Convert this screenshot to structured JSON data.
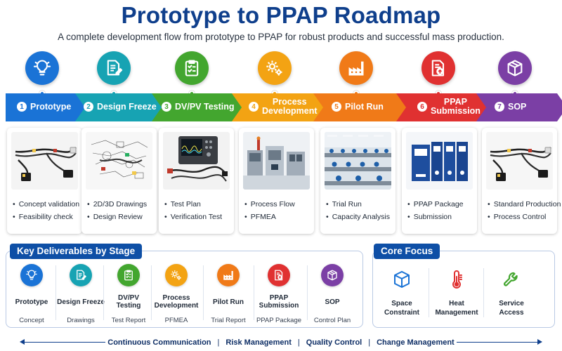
{
  "header": {
    "title": "Prototype to PPAP Roadmap",
    "subtitle": "A complete development flow from prototype to PPAP for robust products and successful mass production."
  },
  "stages": [
    {
      "num": "1",
      "name": "Prototype",
      "color": "#1a73d6",
      "icon": "lightbulb-icon",
      "image": "wiring-harness-photo",
      "bullets": [
        "Concept validation",
        "Feasibility check"
      ]
    },
    {
      "num": "2",
      "name": "Design Freeze",
      "color": "#17a3b3",
      "icon": "document-edit-icon",
      "image": "cad-drawing-photo",
      "bullets": [
        "2D/3D Drawings",
        "Design Review"
      ]
    },
    {
      "num": "3",
      "name": "DV/PV Testing",
      "color": "#43a62f",
      "icon": "checklist-icon",
      "image": "oscilloscope-test-photo",
      "bullets": [
        "Test Plan",
        "Verification Test"
      ]
    },
    {
      "num": "4",
      "name": "Process\nDevelopment",
      "color": "#f3a313",
      "icon": "gears-icon",
      "image": "production-line-photo",
      "bullets": [
        "Process Flow",
        "PFMEA"
      ]
    },
    {
      "num": "5",
      "name": "Pilot Run",
      "color": "#f07a18",
      "icon": "factory-icon",
      "image": "assembly-floor-photo",
      "bullets": [
        "Trial Run",
        "Capacity Analysis"
      ]
    },
    {
      "num": "6",
      "name": "PPAP\nSubmission",
      "color": "#e03131",
      "icon": "document-upload-icon",
      "image": "ppap-binders-photo",
      "bullets": [
        "PPAP Package",
        "Submission"
      ]
    },
    {
      "num": "7",
      "name": "SOP",
      "color": "#7b3fa5",
      "icon": "package-box-icon",
      "image": "finished-harness-photo",
      "bullets": [
        "Standard Production",
        "Process Control"
      ]
    }
  ],
  "deliverables": {
    "title": "Key Deliverables by Stage",
    "items": [
      {
        "name": "Prototype",
        "doc": "Concept"
      },
      {
        "name": "Design Freeze",
        "doc": "Drawings"
      },
      {
        "name": "DV/PV\nTesting",
        "doc": "Test Report"
      },
      {
        "name": "Process\nDevelopment",
        "doc": "PFMEA"
      },
      {
        "name": "Pilot Run",
        "doc": "Trial Report"
      },
      {
        "name": "PPAP\nSubmission",
        "doc": "PPAP Package"
      },
      {
        "name": "SOP",
        "doc": "Control Plan"
      }
    ]
  },
  "core_focus": {
    "title": "Core Focus",
    "items": [
      {
        "label": "Space\nConstraint",
        "icon": "cube-icon",
        "color": "#1a73d6"
      },
      {
        "label": "Heat\nManagement",
        "icon": "thermometer-icon",
        "color": "#e03131"
      },
      {
        "label": "Service\nAccess",
        "icon": "wrench-icon",
        "color": "#43a62f"
      }
    ]
  },
  "footer": {
    "items": [
      "Continuous Communication",
      "Risk Management",
      "Quality Control",
      "Change Management"
    ],
    "separator": "|"
  }
}
